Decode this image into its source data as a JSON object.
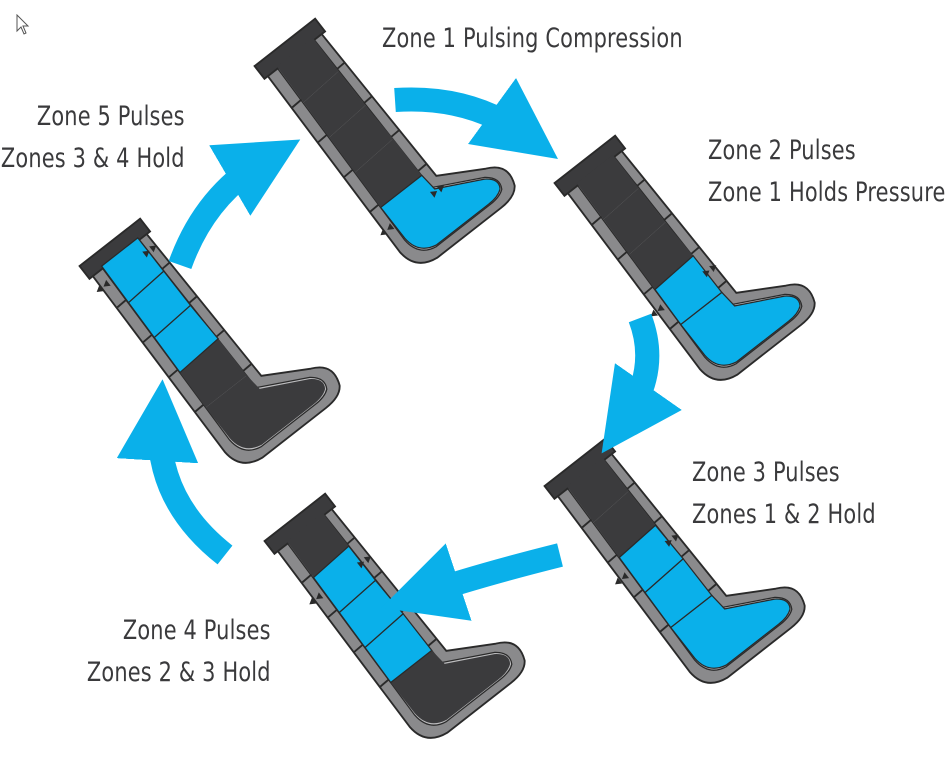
{
  "colors": {
    "accent_blue": "#0ab0ea",
    "boot_dark": "#3b3b3d",
    "boot_mid": "#8a8a8c",
    "boot_light": "#bdbdbf",
    "outline": "#2a2a2a",
    "text": "#3a3a3c"
  },
  "cursor": {
    "icon": "mouse-pointer-icon"
  },
  "stages": [
    {
      "id": "zone1",
      "lines": [
        "Zone 1 Pulsing Compression"
      ]
    },
    {
      "id": "zone2",
      "lines": [
        "Zone 2 Pulses",
        "Zone 1 Holds Pressure"
      ]
    },
    {
      "id": "zone3",
      "lines": [
        "Zone 3 Pulses",
        "Zones 1 & 2 Hold"
      ]
    },
    {
      "id": "zone4",
      "lines": [
        "Zone 4 Pulses",
        "Zones 2 & 3 Hold"
      ]
    },
    {
      "id": "zone5",
      "lines": [
        "Zone 5 Pulses",
        "Zones 3 & 4 Hold"
      ]
    }
  ],
  "cycle": {
    "direction": "clockwise",
    "arrow_icon": "curved-arrow-icon"
  }
}
